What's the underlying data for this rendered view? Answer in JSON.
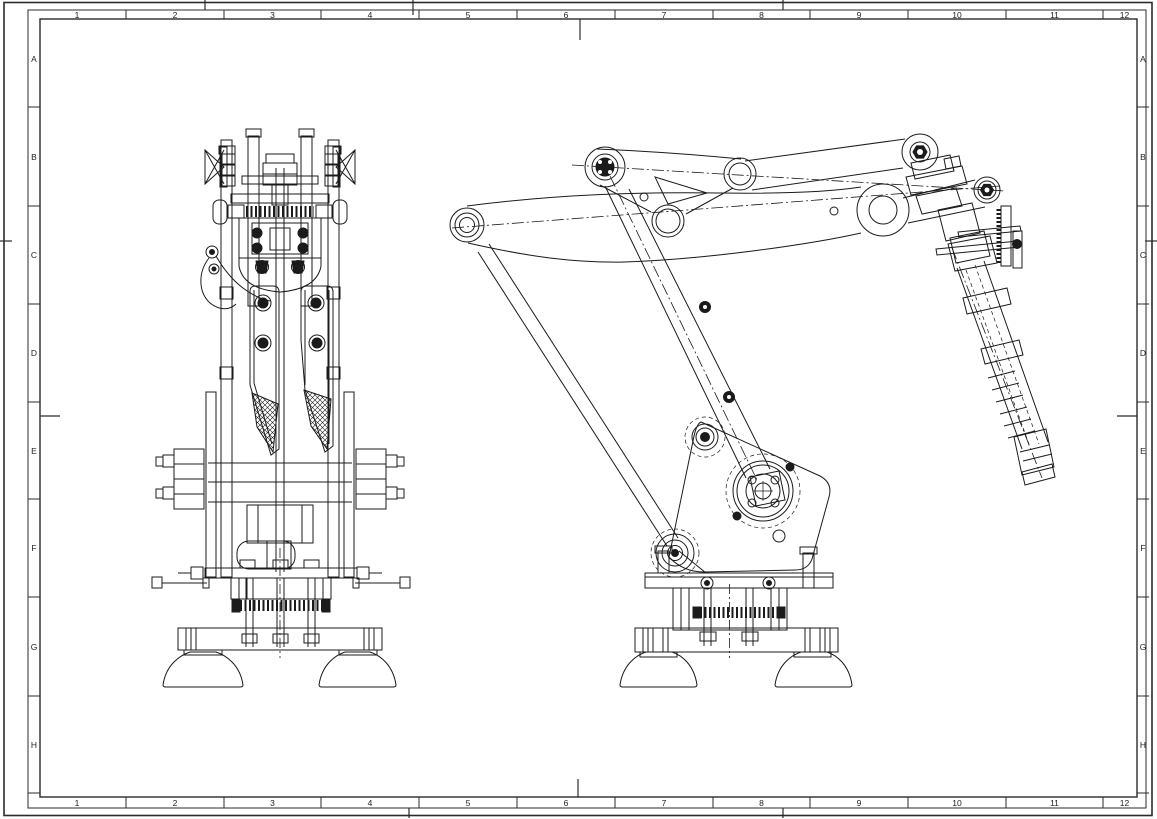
{
  "sheet": {
    "background": "#ffffff",
    "line_color": "#1b1b1b",
    "frame_color": "#2b2b2b"
  },
  "frame": {
    "columns": [
      "1",
      "2",
      "3",
      "4",
      "5",
      "6",
      "7",
      "8",
      "9",
      "10",
      "11",
      "12"
    ],
    "rows": [
      "A",
      "B",
      "C",
      "D",
      "E",
      "F",
      "G",
      "H"
    ]
  }
}
